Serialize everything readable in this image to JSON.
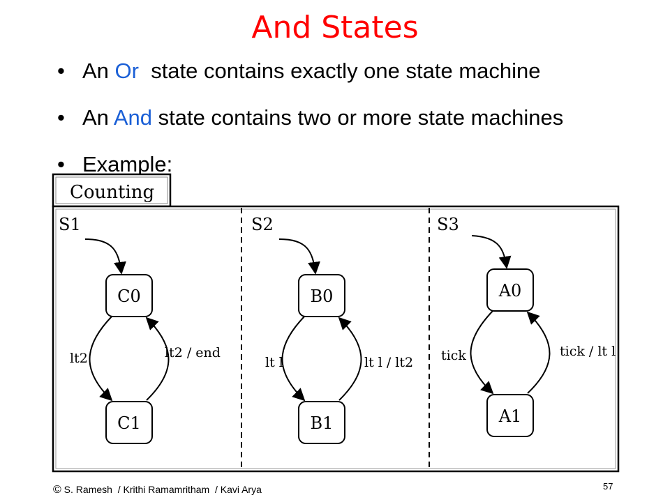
{
  "slide": {
    "title": "And States",
    "bullets": [
      {
        "bullet": "•",
        "pre": "An ",
        "keyword": "Or",
        "post": "  state contains exactly one state machine"
      },
      {
        "bullet": "•",
        "pre": "An ",
        "keyword": "And",
        "post": " state contains two or more state machines"
      },
      {
        "bullet": "•",
        "pre": "Example:",
        "keyword": "",
        "post": ""
      }
    ],
    "colors": {
      "title": "#ff0000",
      "keyword": "#1a5fd6"
    }
  },
  "diagram": {
    "superstate_label": "Counting",
    "regions": [
      {
        "name": "S1",
        "states": [
          "C0",
          "C1"
        ],
        "transition_down": "lt2",
        "transition_up": "lt2 / end"
      },
      {
        "name": "S2",
        "states": [
          "B0",
          "B1"
        ],
        "transition_down": "lt l",
        "transition_up": "lt l / lt2"
      },
      {
        "name": "S3",
        "states": [
          "A0",
          "A1"
        ],
        "transition_down": "tick",
        "transition_up": "tick / lt l"
      }
    ]
  },
  "footer": {
    "copyright_symbol": "©",
    "authors": " S. Ramesh  / Krithi Ramamritham  / Kavi Arya",
    "page_number": "57"
  }
}
